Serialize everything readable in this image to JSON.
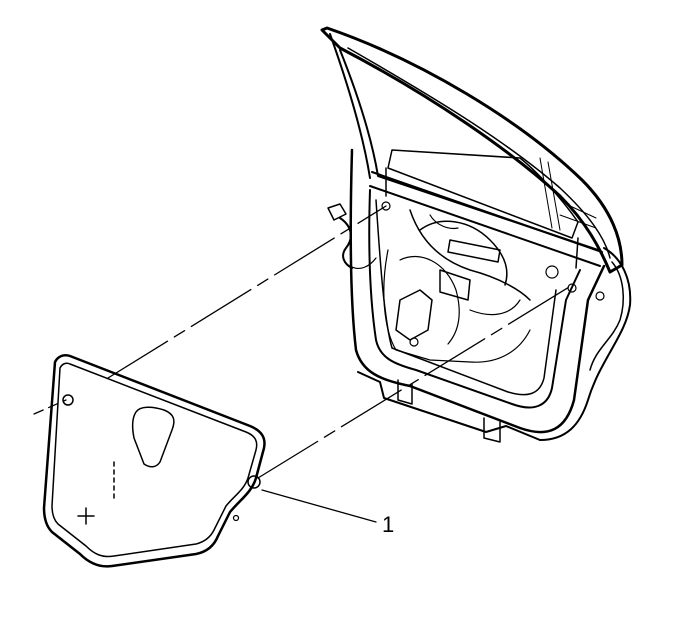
{
  "diagram": {
    "callouts": [
      {
        "id": "1",
        "label": "1"
      }
    ],
    "colors": {
      "line": "#000000",
      "background": "#ffffff"
    },
    "icons": [
      "door-frame",
      "window-glass",
      "water-deflector",
      "wiring-harness"
    ]
  }
}
